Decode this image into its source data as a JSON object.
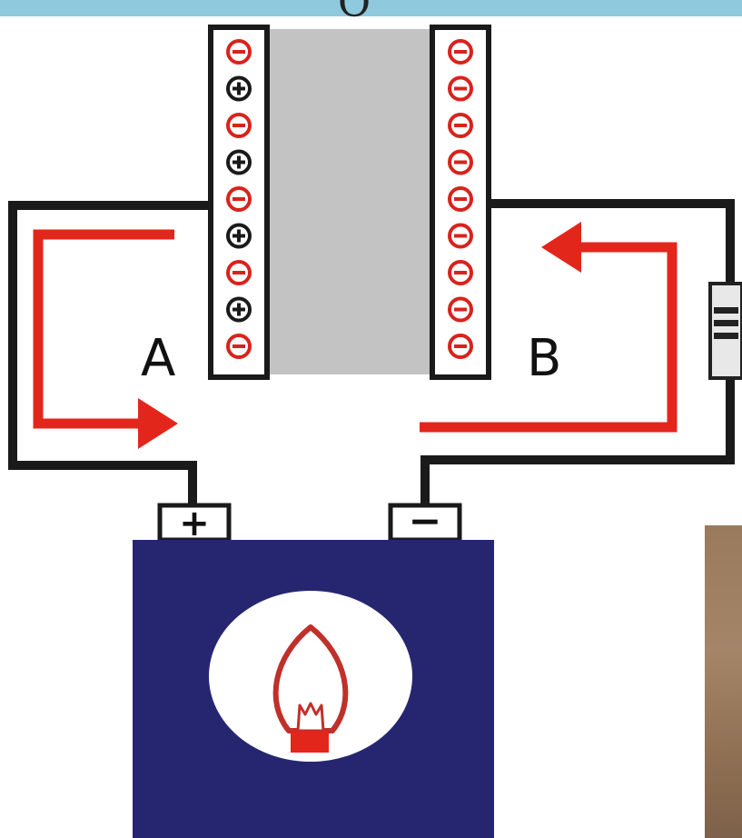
{
  "header": {
    "glyph": "O"
  },
  "labels": {
    "plate_a": "A",
    "plate_b": "B"
  },
  "battery": {
    "positive_terminal": "+",
    "negative_terminal": "−"
  },
  "plate_a_charges": [
    "-",
    "+",
    "-",
    "+",
    "-",
    "+",
    "-",
    "+",
    "-"
  ],
  "plate_b_charges": [
    "-",
    "-",
    "-",
    "-",
    "-",
    "-",
    "-",
    "-",
    "-"
  ],
  "colors": {
    "wire": "#1a1a1a",
    "arrow": "#e3261b",
    "negative_charge": "#d8231c",
    "positive_charge": "#1a1a1a",
    "dielectric": "#c3c3c3",
    "battery_body": "#262670",
    "bulb_outline": "#c0302a",
    "header_bar": "#8ec9dd"
  }
}
